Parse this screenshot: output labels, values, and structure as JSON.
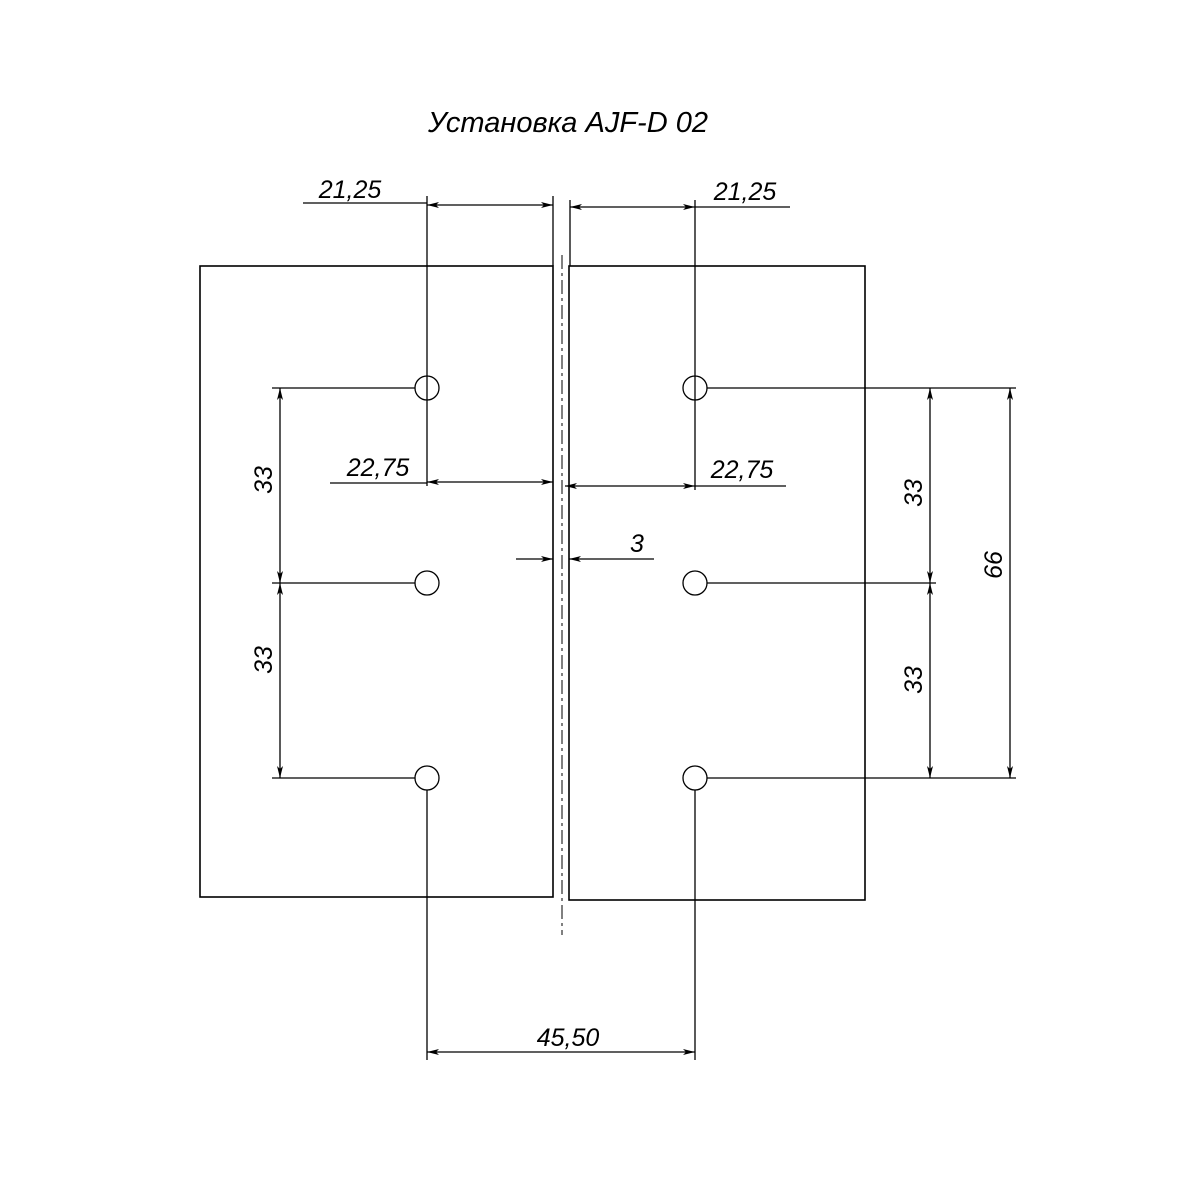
{
  "title": "Установка  AJF-D 02",
  "dimensions": {
    "top_left_offset": "21,25",
    "top_right_offset": "21,25",
    "mid_left_offset": "22,75",
    "mid_right_offset": "22,75",
    "gap": "3",
    "left_spacing_upper": "33",
    "left_spacing_lower": "33",
    "right_spacing_upper": "33",
    "right_spacing_lower": "33",
    "right_total": "66",
    "bottom_center_distance": "45,50"
  }
}
